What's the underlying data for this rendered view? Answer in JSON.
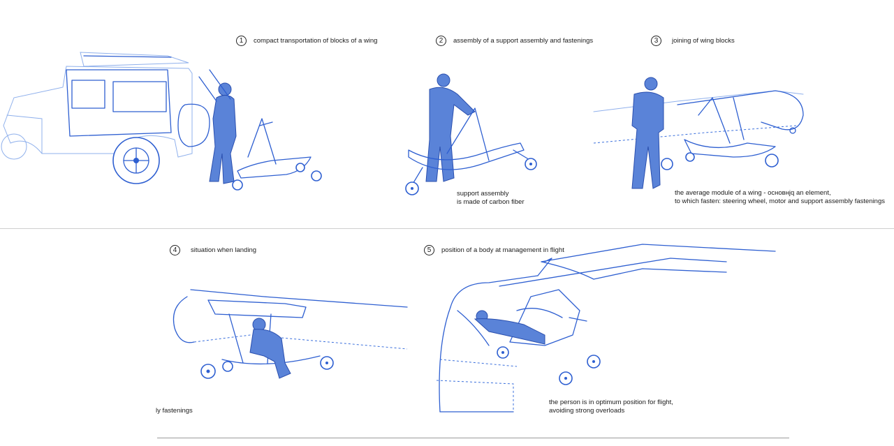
{
  "steps": [
    {
      "number": "1",
      "text": "compact transportation of blocks of a wing"
    },
    {
      "number": "2",
      "text": "assembly of a support assembly and fastenings"
    },
    {
      "number": "3",
      "text": "joining of wing blocks"
    },
    {
      "number": "4",
      "text": "situation when landing"
    },
    {
      "number": "5",
      "text": "position of a body at management in flight"
    }
  ],
  "captions": {
    "support_line1": "support assembly",
    "support_line2": "is made of carbon fiber",
    "module_line1": "the average module of a wing - основнjq an element,",
    "module_line2": "to which fasten: steering wheel, motor and support assembly fastenings",
    "landing_fragment": "ly fastenings",
    "flight_line1": "the person is in optimum position for flight,",
    "flight_line2": "avoiding strong overloads"
  },
  "colors": {
    "ink": "#2e5fd1",
    "figure": "#5a83d8",
    "divider": "#cfcfcf"
  }
}
